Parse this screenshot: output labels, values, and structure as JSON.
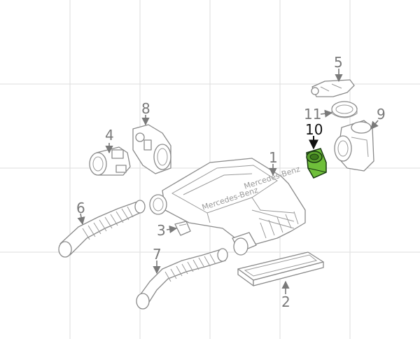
{
  "colors": {
    "highlight": "#6fbf3a",
    "highlight_stroke": "#1a3a12",
    "line": "#8a8a8a",
    "label": "#7a7a7a",
    "label_highlight": "#111111"
  },
  "callouts": {
    "c1": "1",
    "c2": "2",
    "c3": "3",
    "c4": "4",
    "c5": "5",
    "c6": "6",
    "c7": "7",
    "c8": "8",
    "c9": "9",
    "c10": "10",
    "c11": "11"
  },
  "emboss_text": "Mercedes-Benz"
}
